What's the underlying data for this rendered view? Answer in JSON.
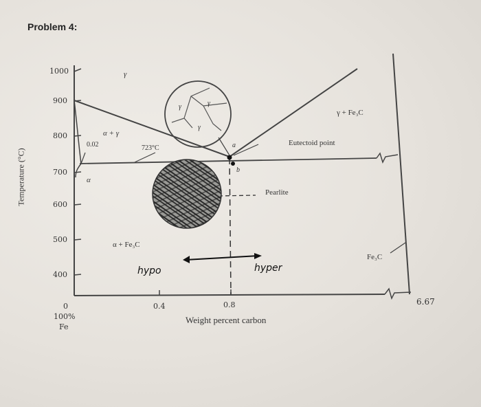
{
  "problem_title": "Problem 4:",
  "y_axis": {
    "label": "Temperature (°C)",
    "ticks": [
      "1000",
      "900",
      "800",
      "700",
      "600",
      "500",
      "400"
    ]
  },
  "x_axis": {
    "label": "Weight percent carbon",
    "ticks": [
      "0",
      "0.4",
      "0.8",
      "6.67"
    ],
    "origin_sub1": "100%",
    "origin_sub2": "Fe"
  },
  "regions": {
    "gamma_top": "γ",
    "gamma_fe3c": "γ + Fe₃C",
    "alpha_gamma": "α + γ",
    "alpha": "α",
    "alpha_fe3c": "α + Fe₃C",
    "fe3c": "Fe₃C"
  },
  "annotations": {
    "c002": "0.02",
    "t723": "723°C",
    "eutectoid": "Eutectoid point",
    "pearlite": "Pearlite",
    "point_a": "a",
    "point_b": "b",
    "grain1": "γ",
    "grain2": "γ",
    "grain3": "γ"
  },
  "handwritten": {
    "hypo": "hypo",
    "hyper": "hyper"
  },
  "colors": {
    "line": "#444444",
    "ink": "#111111"
  }
}
